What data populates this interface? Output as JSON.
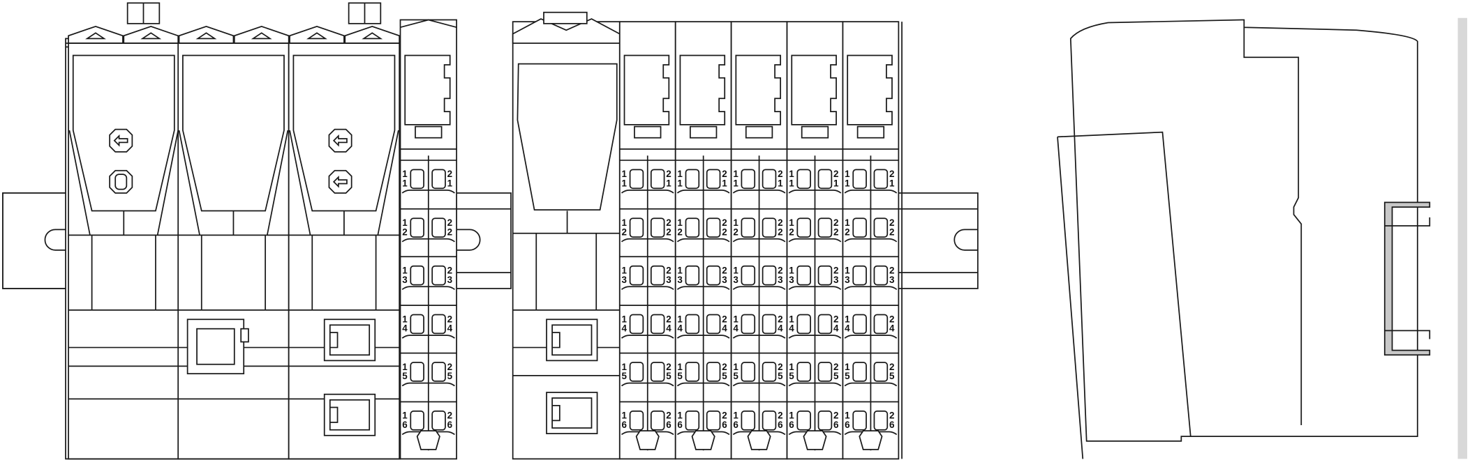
{
  "drawing": {
    "title": "DIN rail module assembly – front and side views",
    "line_color": "#1a1a1a",
    "rail_profile_color": "#c8c8c8",
    "terminal_rows": [
      {
        "left": [
          "1",
          "1"
        ],
        "right": [
          "2",
          "1"
        ]
      },
      {
        "left": [
          "1",
          "2"
        ],
        "right": [
          "2",
          "2"
        ]
      },
      {
        "left": [
          "1",
          "3"
        ],
        "right": [
          "2",
          "3"
        ]
      },
      {
        "left": [
          "1",
          "4"
        ],
        "right": [
          "2",
          "4"
        ]
      },
      {
        "left": [
          "1",
          "5"
        ],
        "right": [
          "2",
          "5"
        ]
      },
      {
        "left": [
          "1",
          "6"
        ],
        "right": [
          "2",
          "6"
        ]
      }
    ],
    "views": [
      {
        "name": "front-view-assembly-a",
        "head_sections": 3,
        "io_slices": 1
      },
      {
        "name": "front-view-assembly-b",
        "head_sections": 1,
        "io_slices": 5
      },
      {
        "name": "side-view"
      }
    ]
  }
}
